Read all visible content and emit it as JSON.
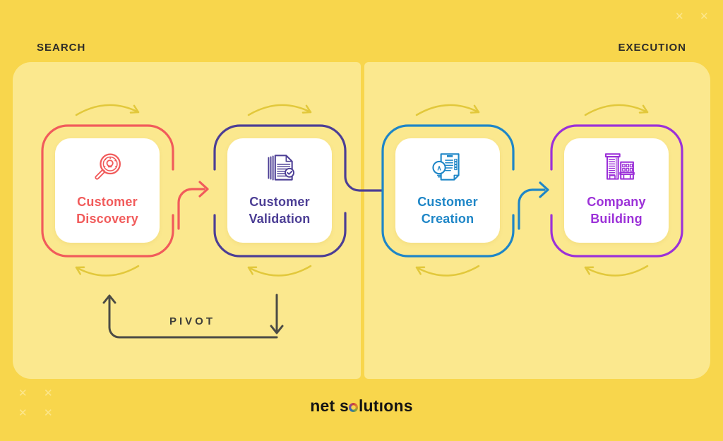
{
  "decor": {
    "mark": "✕"
  },
  "phases": {
    "left_label": "SEARCH",
    "right_label": "EXECUTION"
  },
  "stages": [
    {
      "label": "Customer Discovery",
      "line1": "Customer",
      "line2": "Discovery",
      "color": "#F15B5B",
      "icon": "magnifier-idea-icon"
    },
    {
      "label": "Customer Validation",
      "line1": "Customer",
      "line2": "Validation",
      "color": "#4C3E95",
      "icon": "documents-check-icon"
    },
    {
      "label": "Customer Creation",
      "line1": "Customer",
      "line2": "Creation",
      "color": "#1E86C7",
      "icon": "document-idea-icon"
    },
    {
      "label": "Company Building",
      "line1": "Company",
      "line2": "Building",
      "color": "#9C31D8",
      "icon": "buildings-icon"
    }
  ],
  "pivot": {
    "label": "PIVOT"
  },
  "brand": {
    "full": "net solutions",
    "prefix": "net s",
    "suffix": "lutıons"
  },
  "colors": {
    "background": "#F8D64C",
    "panel": "#FBE88E",
    "loop_arrow": "#E2C83B",
    "pivot_line": "#4B4B45",
    "accent_red": "#F15B5B",
    "accent_indigo": "#4C3E95",
    "accent_blue": "#1E86C7",
    "accent_violet": "#9C31D8"
  }
}
